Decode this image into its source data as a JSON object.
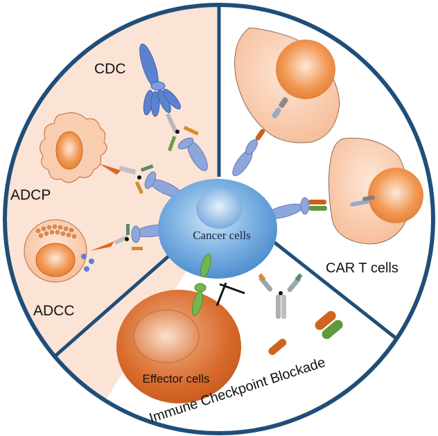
{
  "diagram": {
    "title": "Antibody-based cancer immunotherapy mechanisms",
    "center_label": "Cancer cells",
    "sections": [
      {
        "id": "cdc",
        "label": "CDC"
      },
      {
        "id": "adcp",
        "label": "ADCP"
      },
      {
        "id": "adcc",
        "label": "ADCC"
      },
      {
        "id": "car_t",
        "label": "CAR T cells"
      },
      {
        "id": "checkpoint",
        "label": "Immune Checkpoint Blockade"
      }
    ],
    "effector_label": "Effector cells",
    "colors": {
      "ring": "#1f4e79",
      "left_sector_fill": "#fbe3d6",
      "cancer_cell": "#6fa8dc",
      "receptor": "#8fa6dd",
      "orange_cell": "#f4a46b",
      "effector_cell": "#d2692a",
      "green_receptor": "#6ab04c",
      "complement": "#4f74c4"
    }
  }
}
